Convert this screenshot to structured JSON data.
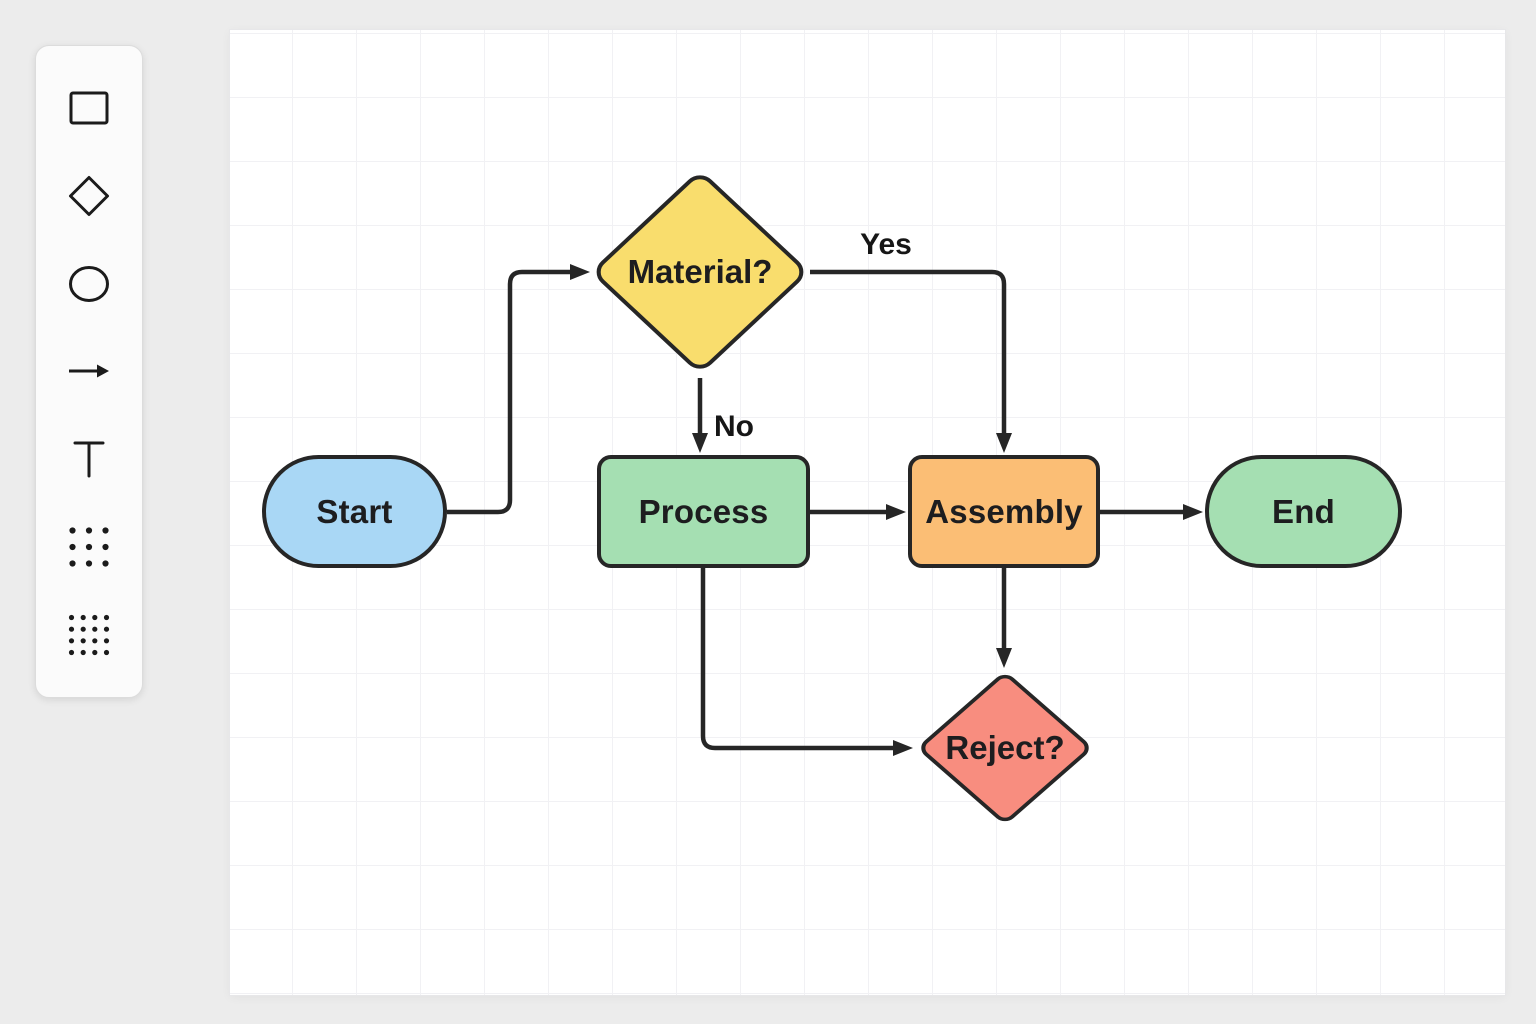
{
  "app": {
    "background_color": "#ececec",
    "canvas_color": "#ffffff",
    "grid_line_color": "#f1f1f4",
    "stroke_color": "#262626",
    "text_color": "#1d1d1f"
  },
  "toolbar": {
    "tools": [
      {
        "name": "rectangle",
        "icon": "rectangle-icon"
      },
      {
        "name": "diamond",
        "icon": "diamond-icon"
      },
      {
        "name": "ellipse",
        "icon": "ellipse-icon"
      },
      {
        "name": "arrow",
        "icon": "arrow-icon"
      },
      {
        "name": "text",
        "icon": "text-icon"
      },
      {
        "name": "dot-grid-small",
        "icon": "dot-grid-small-icon"
      },
      {
        "name": "dot-grid-large",
        "icon": "dot-grid-large-icon"
      }
    ]
  },
  "diagram": {
    "nodes": [
      {
        "id": "start",
        "label": "Start",
        "shape": "pill",
        "fill": "#a9d7f5"
      },
      {
        "id": "material",
        "label": "Material?",
        "shape": "diamond",
        "fill": "#f9dd6d"
      },
      {
        "id": "process",
        "label": "Process",
        "shape": "rectangle",
        "fill": "#a5dfb2"
      },
      {
        "id": "assembly",
        "label": "Assembly",
        "shape": "rectangle",
        "fill": "#fbbe75"
      },
      {
        "id": "end",
        "label": "End",
        "shape": "pill",
        "fill": "#a5dfb2"
      },
      {
        "id": "reject",
        "label": "Reject?",
        "shape": "diamond",
        "fill": "#f88d7f"
      }
    ],
    "edges": [
      {
        "from": "start",
        "to": "material",
        "label": ""
      },
      {
        "from": "material",
        "to": "assembly",
        "label": "Yes"
      },
      {
        "from": "material",
        "to": "process",
        "label": "No"
      },
      {
        "from": "process",
        "to": "assembly",
        "label": ""
      },
      {
        "from": "assembly",
        "to": "end",
        "label": ""
      },
      {
        "from": "assembly",
        "to": "reject",
        "label": ""
      },
      {
        "from": "process",
        "to": "reject",
        "label": ""
      }
    ]
  }
}
